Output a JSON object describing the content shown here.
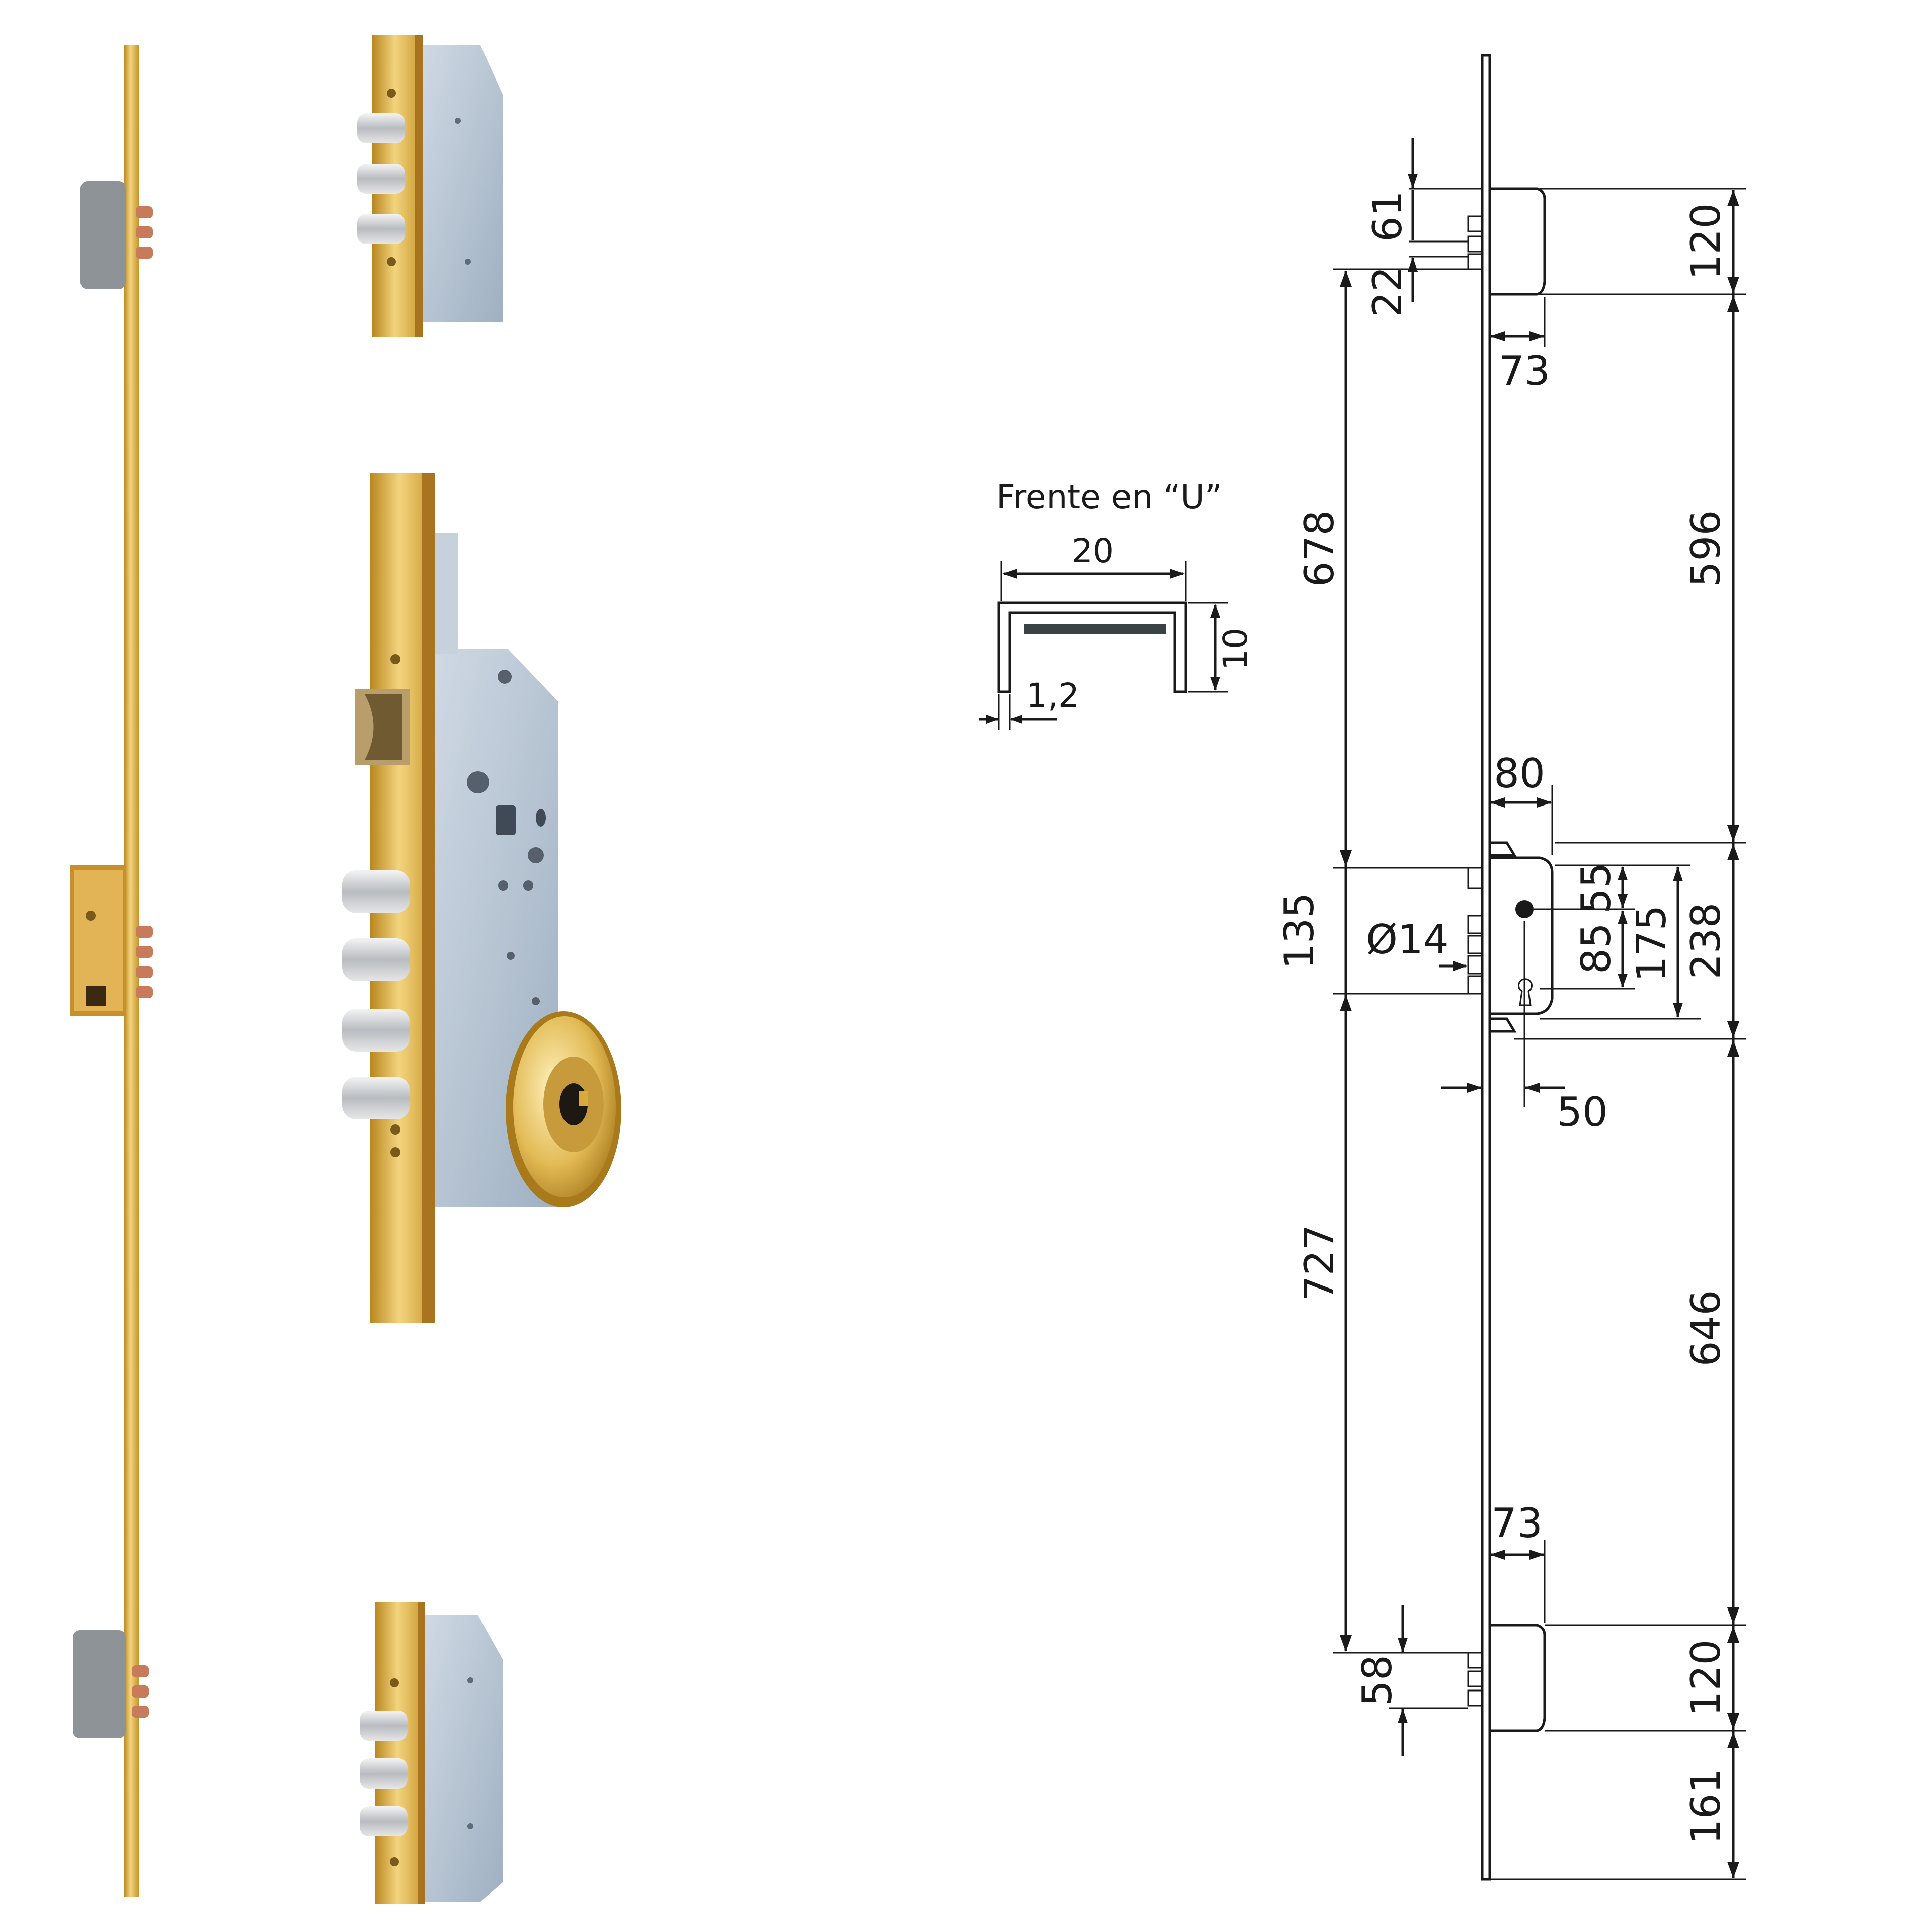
{
  "profile": {
    "title": "Frente en “U”",
    "width": "20",
    "height": "10",
    "thickness": "1,2"
  },
  "dimensions": {
    "top_lock_offset": "61",
    "top_bolt_spacing": "22",
    "top_lock_height": "120",
    "top_lock_depth": "73",
    "top_to_main": "678",
    "main_gap_top": "596",
    "main_backset_depth": "80",
    "main_spindle_offset": "135",
    "main_pin_diameter": "Ø14",
    "main_55": "55",
    "main_85": "85",
    "main_175": "175",
    "main_238": "238",
    "main_backset": "50",
    "main_to_bottom": "727",
    "main_gap_bottom": "646",
    "bottom_lock_depth": "73",
    "bottom_lock_offset": "58",
    "bottom_lock_height": "120",
    "bottom_end": "161"
  },
  "colors": {
    "brass": "#d9a93a",
    "brass_light": "#f0d27a",
    "steel": "#b9c6d4",
    "steel_dark": "#7f8c99",
    "chrome": "#d7d9dc",
    "line": "#1a1a1a"
  }
}
